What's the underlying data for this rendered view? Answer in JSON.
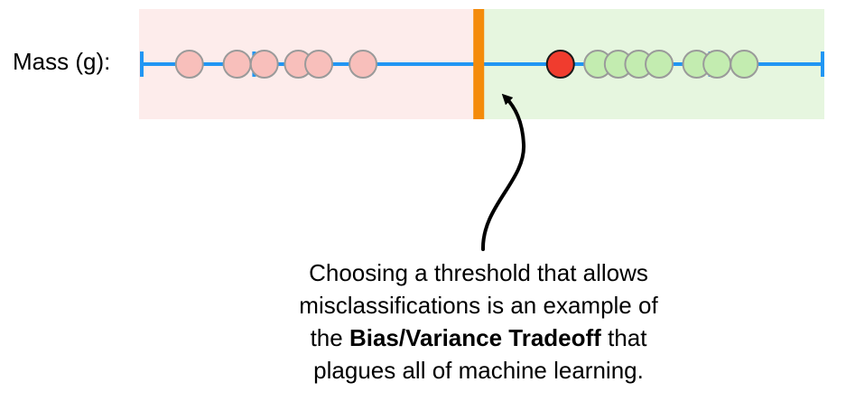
{
  "axis_label": "Mass (g):",
  "caption": {
    "line1": "Choosing a threshold that allows",
    "line2": "misclassifications is an example of",
    "line3_pre": "the ",
    "line3_bold": "Bias/Variance Tradeoff",
    "line3_post": " that",
    "line4": "plagues all of machine learning."
  },
  "colors": {
    "axis": "#2196f3",
    "threshold": "#f48b0b",
    "left_region": "#fdeceb",
    "right_region": "#e6f6df",
    "red_point_faded": "#f8bfbb",
    "green_point": "#c3ecb0",
    "misclassified_point": "#f03c2e",
    "point_stroke": "#9a9a9a"
  },
  "diagram": {
    "axis_min": 0,
    "axis_max": 100,
    "threshold": 49.5,
    "ticks": [
      0,
      16.5,
      83.5,
      100
    ],
    "left_points": [
      7,
      14,
      18,
      23,
      26,
      32.5
    ],
    "right_points": [
      61.5,
      67,
      70,
      73,
      76,
      81.5,
      84.5,
      88.5
    ],
    "misclassified_index": 0
  }
}
